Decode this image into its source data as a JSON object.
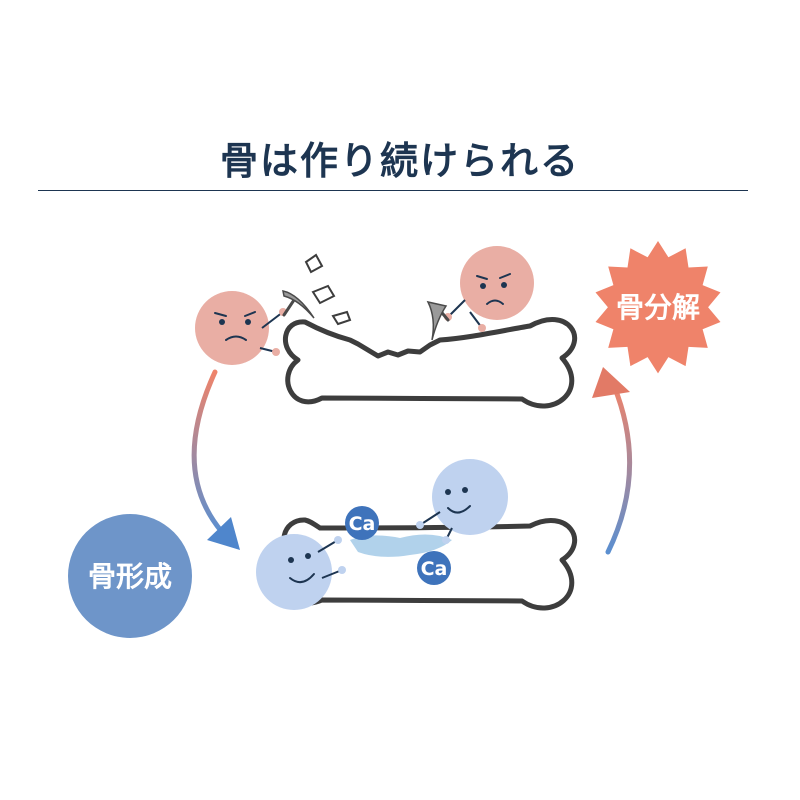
{
  "title": "骨は作り続けられる",
  "labels": {
    "resorption": "骨分解",
    "formation": "骨形成",
    "calcium": "Ca"
  },
  "colors": {
    "title": "#1d3551",
    "resorption_cell": "#e9aea4",
    "resorption_badge": "#ef836a",
    "formation_cell": "#bfd2ef",
    "formation_badge": "#6e95c9",
    "calcium_circle": "#3e73bb",
    "bone_outline": "#3d3d3d"
  }
}
